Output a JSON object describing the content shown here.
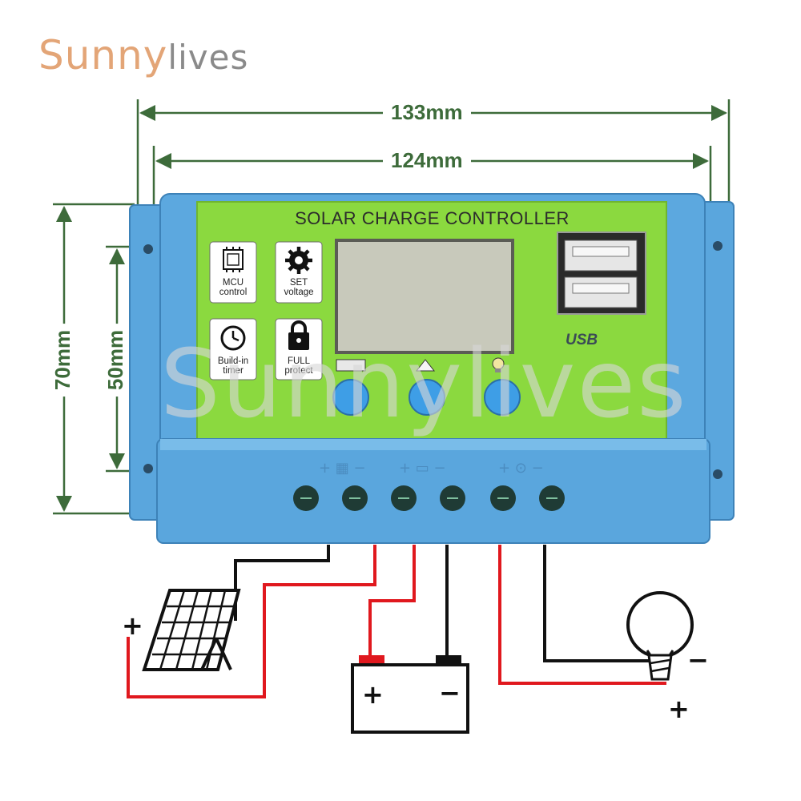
{
  "brand": {
    "part1": "Sunny",
    "part2": "lives",
    "watermark": "Sunnylives"
  },
  "dimensions": {
    "overall_width": "133mm",
    "body_width": "124mm",
    "overall_height": "70mm",
    "body_height": "50mm"
  },
  "panel": {
    "title": "SOLAR CHARGE CONTROLLER",
    "badges": [
      {
        "icon": "chip-icon",
        "line1": "MCU",
        "line2": "control"
      },
      {
        "icon": "gear-icon",
        "line1": "SET",
        "line2": "voltage"
      },
      {
        "icon": "clock-icon",
        "line1": "Build-in",
        "line2": "timer"
      },
      {
        "icon": "lock-icon",
        "line1": "FULL",
        "line2": "protect"
      }
    ],
    "usb_label": "USB",
    "buttons": [
      "menu-button",
      "up-button",
      "load-button"
    ]
  },
  "terminals": {
    "groups": [
      "solar-panel",
      "battery",
      "load"
    ],
    "count": 6
  },
  "wiring": {
    "solar_plus": "+",
    "battery_plus": "+",
    "battery_minus": "−",
    "load_minus": "−",
    "load_plus": "+"
  },
  "colors": {
    "case_blue": "#5aa6dd",
    "face_green": "#8bd93f",
    "dimension_green": "#3d6b3a",
    "wire_red": "#e0181e",
    "wire_black": "#111111"
  }
}
